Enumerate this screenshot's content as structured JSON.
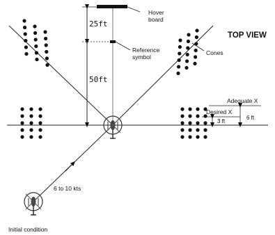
{
  "labels": {
    "title": "TOP VIEW",
    "hover_board": [
      "Hover",
      "board"
    ],
    "reference_symbol": [
      "Reference",
      "symbol"
    ],
    "cones": "Cones",
    "dim_25": "25ft",
    "dim_50": "50ft",
    "adequate_x": "Adequate X",
    "desired_x": "Desired X",
    "dim_3ft": "3 ft",
    "dim_6ft": "6 ft",
    "speed": "6 to 10 kts",
    "initial_condition": "Initial condition"
  },
  "icons": [
    "helicopter-icon",
    "helicopter-icon",
    "cone-icon"
  ]
}
